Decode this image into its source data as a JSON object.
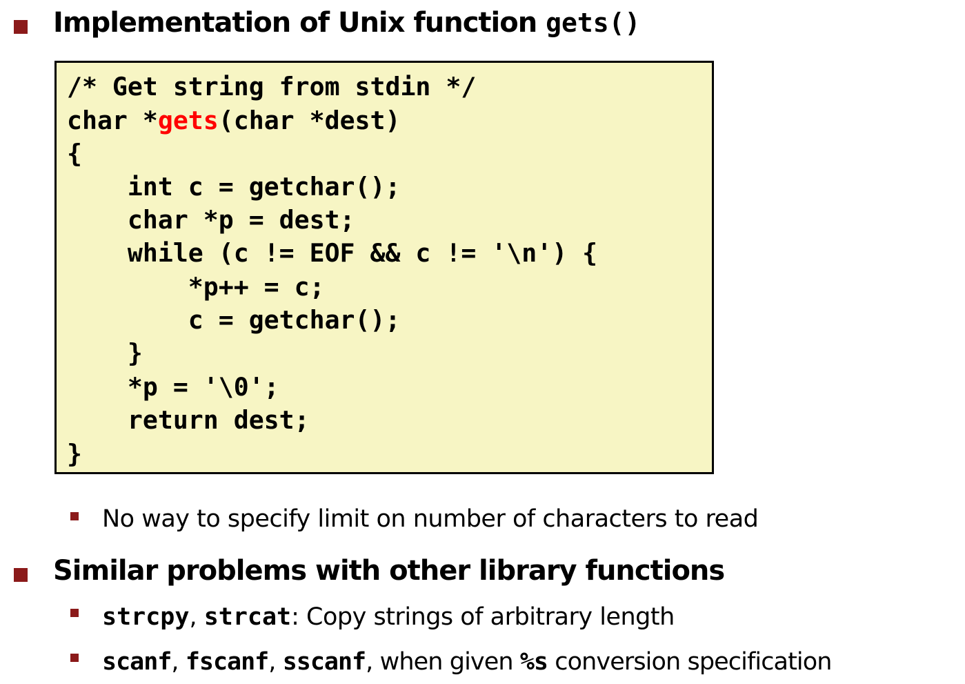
{
  "bullets": [
    {
      "text": "Implementation of Unix function ",
      "code": "gets()"
    },
    {
      "text": "Similar problems with other library functions"
    }
  ],
  "code_block": {
    "lines": [
      "/* Get string from stdin */",
      "char *",
      "gets",
      "(char *dest)",
      "{",
      "    int c = getchar();",
      "    char *p = dest;",
      "    while (c != EOF && c != '\\n') {",
      "        *p++ = c;",
      "        c = getchar();",
      "    }",
      "    *p = '\\0';",
      "    return dest;",
      "}"
    ],
    "highlight_color": "#ff0000",
    "background_color": "#f7f5c4"
  },
  "sub_bullets": {
    "gets_note": "No way to specify limit on number of characters to read",
    "strcpy_code": "strcpy",
    "strcpy_sep": ", ",
    "strcat_code": "strcat",
    "strcpy_text": ": Copy strings of arbitrary length",
    "scanf_code": "scanf",
    "scanf_sep1": ", ",
    "fscanf_code": "fscanf",
    "scanf_sep2": ", ",
    "sscanf_code": "sscanf",
    "scanf_sep3": ",",
    "scanf_text_a": " when given ",
    "percent_s_code": "%s",
    "scanf_text_b": " conversion specification"
  },
  "colors": {
    "bullet": "#8b1a1a",
    "text": "#000000"
  }
}
